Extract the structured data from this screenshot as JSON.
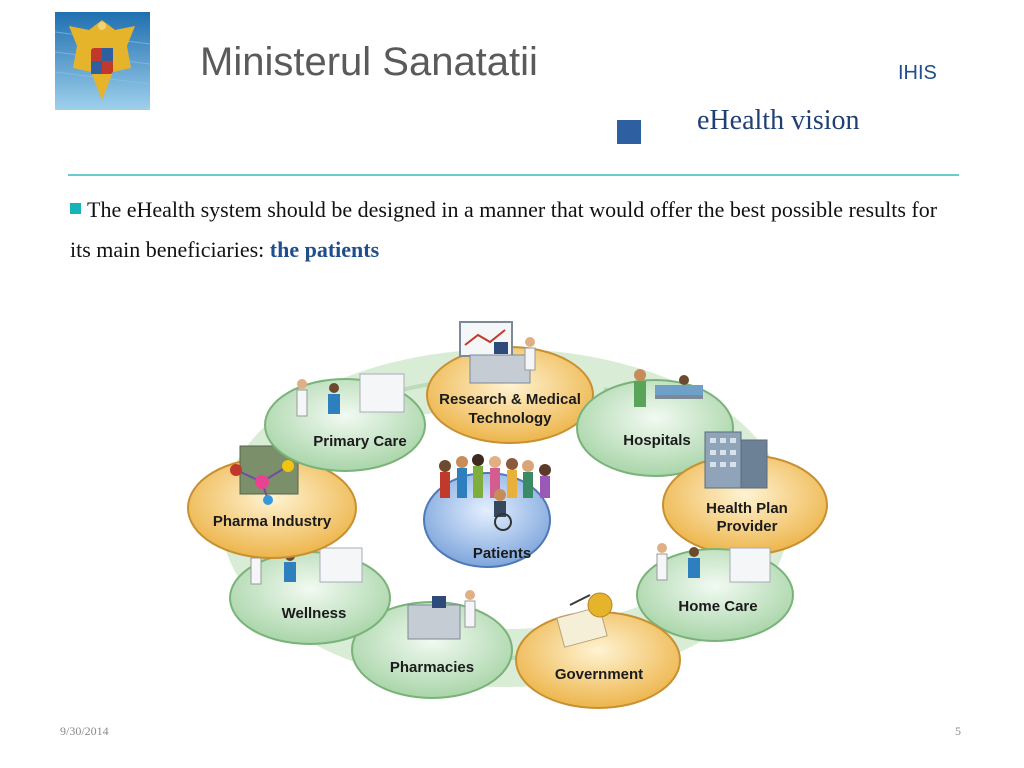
{
  "header": {
    "title": "Ministerul Sanatatii",
    "org": "IHIS",
    "subtitle": "eHealth vision"
  },
  "body": {
    "text_main": "The eHealth system should be designed in a manner that would offer the best possible results for its main beneficiaries: ",
    "text_emph": "the patients"
  },
  "diagram": {
    "center": "Patients",
    "nodes": {
      "research_line1": "Research & Medical",
      "research_line2": "Technology",
      "hospitals": "Hospitals",
      "health_plan_line1": "Health Plan",
      "health_plan_line2": "Provider",
      "home_care": "Home Care",
      "government": "Government",
      "pharmacies": "Pharmacies",
      "wellness": "Wellness",
      "pharma": "Pharma Industry",
      "primary_care": "Primary Care"
    }
  },
  "footer": {
    "date": "9/30/2014",
    "page": "5"
  },
  "colors": {
    "accent_teal": "#14b4b9",
    "title_blue": "#1f4e8c",
    "node_green": "#cfe8cf",
    "node_orange": "#f5cc7a",
    "center_blue": "#9fc0ea"
  }
}
